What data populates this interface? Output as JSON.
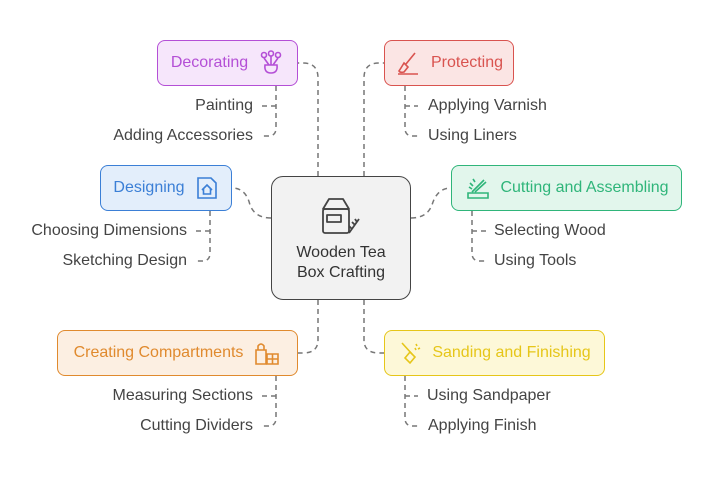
{
  "center": {
    "title": "Wooden Tea Box Crafting",
    "icon": "tea-box-icon"
  },
  "branches": [
    {
      "id": "decorating",
      "label": "Decorating",
      "icon": "flowers-icon",
      "color": "#b44fd6",
      "fill": "#f6e6fb",
      "subs": [
        "Painting",
        "Adding Accessories"
      ]
    },
    {
      "id": "protecting",
      "label": "Protecting",
      "icon": "brush-icon",
      "color": "#d9534f",
      "fill": "#fbe5e4",
      "subs": [
        "Applying Varnish",
        "Using Liners"
      ]
    },
    {
      "id": "designing",
      "label": "Designing",
      "icon": "house-plan-icon",
      "color": "#3b7fd6",
      "fill": "#e3eefb",
      "subs": [
        "Choosing Dimensions",
        "Sketching Design"
      ]
    },
    {
      "id": "cutting",
      "label": "Cutting and Assembling",
      "icon": "saw-icon",
      "color": "#2fb57a",
      "fill": "#e2f6ec",
      "subs": [
        "Selecting Wood",
        "Using Tools"
      ]
    },
    {
      "id": "compartments",
      "label": "Creating Compartments",
      "icon": "boxes-icon",
      "color": "#e08a2e",
      "fill": "#fcefe2",
      "subs": [
        "Measuring Sections",
        "Cutting Dividers"
      ]
    },
    {
      "id": "sanding",
      "label": "Sanding and Finishing",
      "icon": "sanding-brush-icon",
      "color": "#e6c619",
      "fill": "#fdf8d8",
      "subs": [
        "Using Sandpaper",
        "Applying Finish"
      ]
    }
  ]
}
